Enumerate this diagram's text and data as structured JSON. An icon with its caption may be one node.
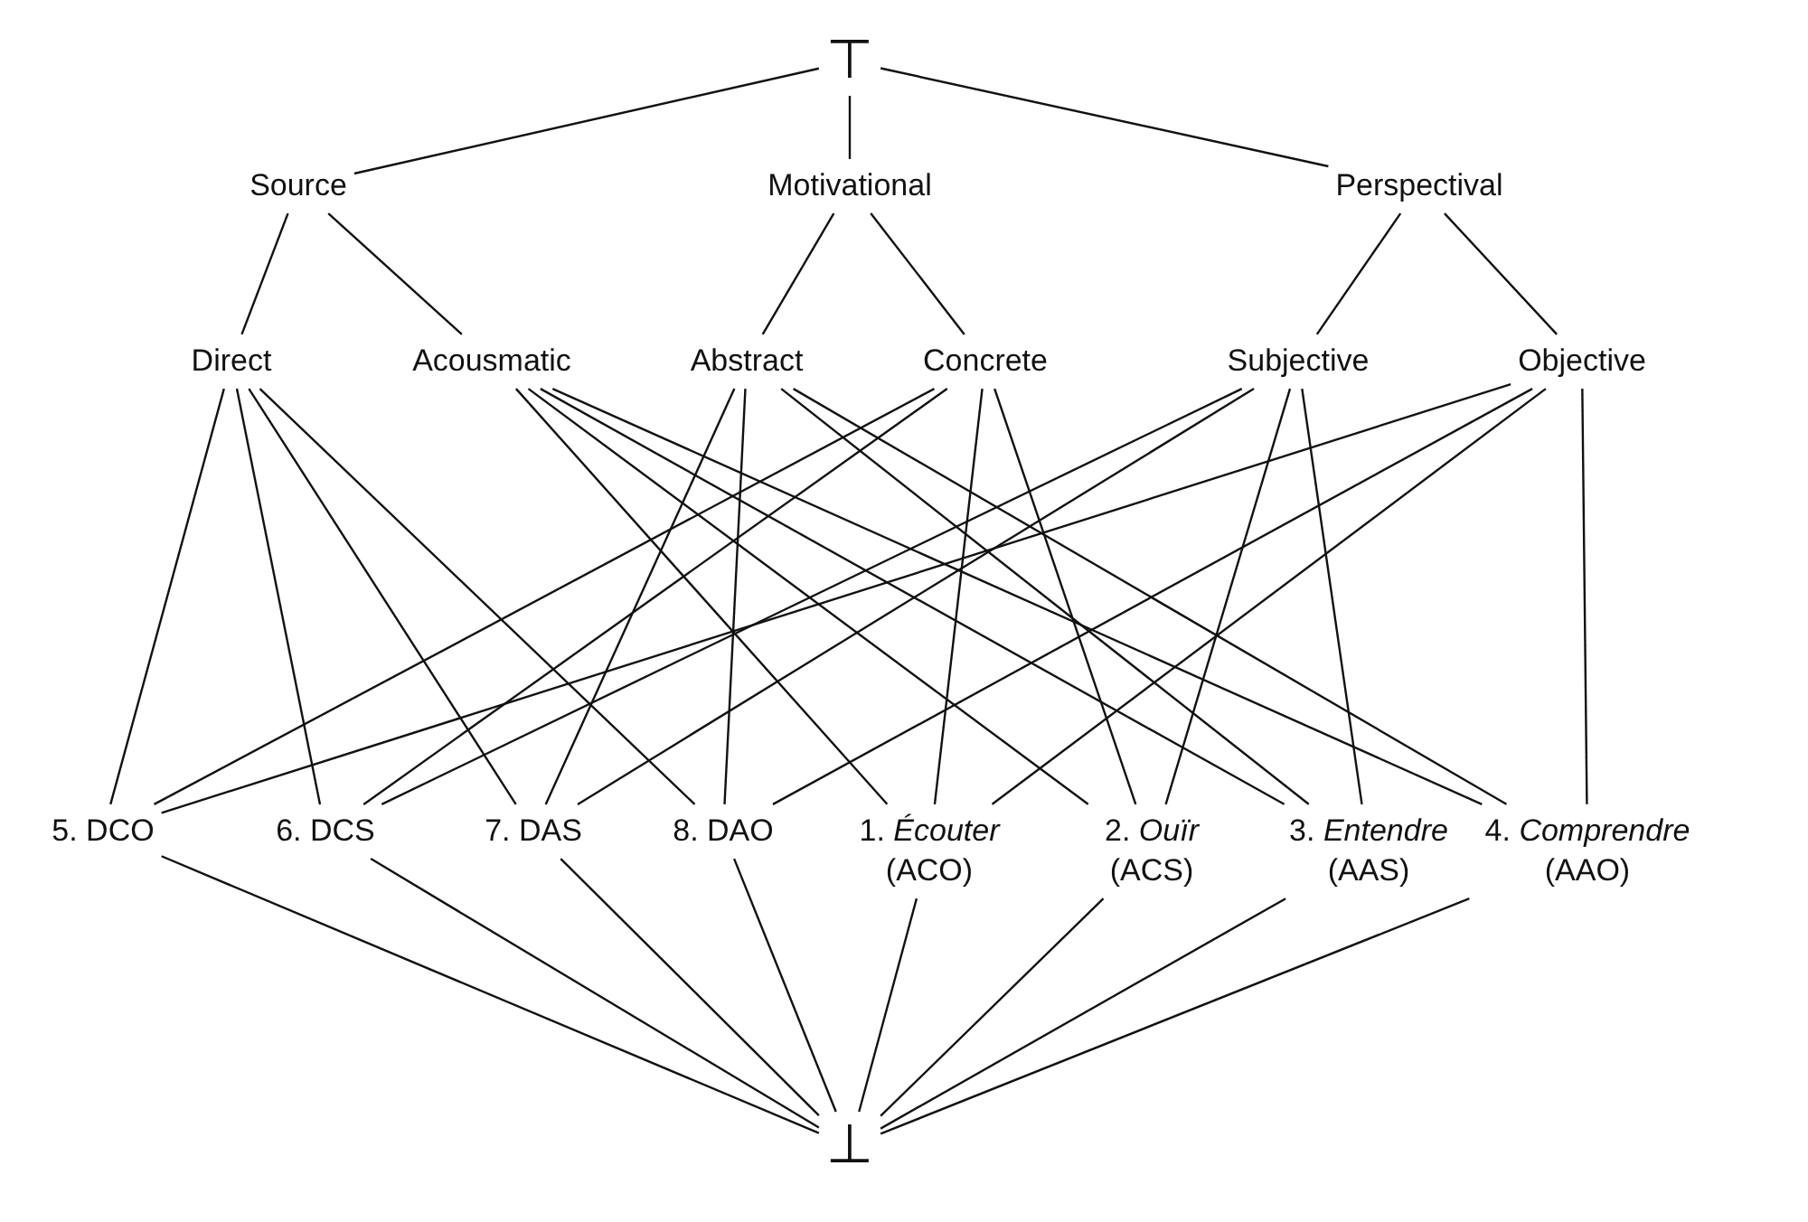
{
  "diagram": {
    "nodes": [
      {
        "text": [
          "⊤"
        ]
      },
      {
        "text": [
          "Source"
        ]
      },
      {
        "text": [
          "Motivational"
        ]
      },
      {
        "text": [
          "Perspectival"
        ]
      },
      {
        "text": [
          "Direct"
        ]
      },
      {
        "text": [
          "Acousmatic"
        ]
      },
      {
        "text": [
          "Abstract"
        ]
      },
      {
        "text": [
          "Concrete"
        ]
      },
      {
        "text": [
          "Subjective"
        ]
      },
      {
        "text": [
          "Objective"
        ]
      },
      {
        "text": [
          "5. DCO"
        ]
      },
      {
        "text": [
          "6. DCS"
        ]
      },
      {
        "text": [
          "7. DAS"
        ]
      },
      {
        "text": [
          "8. DAO"
        ]
      },
      {
        "text": [
          "1. *Écouter* (ACO)"
        ]
      },
      {
        "text": [
          "2. *Ouïr* (ACS)"
        ]
      },
      {
        "text": [
          "3. *Entendre* (AAS)"
        ]
      },
      {
        "text": [
          "4. *Comprendre* (AAO)"
        ]
      },
      {
        "text": [
          "⊥"
        ]
      }
    ],
    "edges": [
      {
        "from": 0,
        "to": 1,
        "arrow": "none"
      },
      {
        "from": 0,
        "to": 2,
        "arrow": "none"
      },
      {
        "from": 0,
        "to": 3,
        "arrow": "none"
      },
      {
        "from": 1,
        "to": 4,
        "arrow": "none"
      },
      {
        "from": 1,
        "to": 5,
        "arrow": "none"
      },
      {
        "from": 2,
        "to": 6,
        "arrow": "none"
      },
      {
        "from": 2,
        "to": 7,
        "arrow": "none"
      },
      {
        "from": 3,
        "to": 8,
        "arrow": "none"
      },
      {
        "from": 3,
        "to": 9,
        "arrow": "none"
      },
      {
        "from": 4,
        "to": 10,
        "arrow": "none"
      },
      {
        "from": 4,
        "to": 11,
        "arrow": "none"
      },
      {
        "from": 4,
        "to": 12,
        "arrow": "none"
      },
      {
        "from": 4,
        "to": 13,
        "arrow": "none"
      },
      {
        "from": 5,
        "to": 14,
        "arrow": "none"
      },
      {
        "from": 5,
        "to": 15,
        "arrow": "none"
      },
      {
        "from": 5,
        "to": 16,
        "arrow": "none"
      },
      {
        "from": 5,
        "to": 17,
        "arrow": "none"
      },
      {
        "from": 6,
        "to": 12,
        "arrow": "none"
      },
      {
        "from": 6,
        "to": 13,
        "arrow": "none"
      },
      {
        "from": 6,
        "to": 16,
        "arrow": "none"
      },
      {
        "from": 6,
        "to": 17,
        "arrow": "none"
      },
      {
        "from": 7,
        "to": 10,
        "arrow": "none"
      },
      {
        "from": 7,
        "to": 11,
        "arrow": "none"
      },
      {
        "from": 7,
        "to": 14,
        "arrow": "none"
      },
      {
        "from": 7,
        "to": 15,
        "arrow": "none"
      },
      {
        "from": 8,
        "to": 11,
        "arrow": "none"
      },
      {
        "from": 8,
        "to": 12,
        "arrow": "none"
      },
      {
        "from": 8,
        "to": 15,
        "arrow": "none"
      },
      {
        "from": 8,
        "to": 16,
        "arrow": "none"
      },
      {
        "from": 9,
        "to": 10,
        "arrow": "none"
      },
      {
        "from": 9,
        "to": 13,
        "arrow": "none"
      },
      {
        "from": 9,
        "to": 14,
        "arrow": "none"
      },
      {
        "from": 9,
        "to": 17,
        "arrow": "none"
      },
      {
        "from": 10,
        "to": 18,
        "arrow": "none"
      },
      {
        "from": 11,
        "to": 18,
        "arrow": "none"
      },
      {
        "from": 12,
        "to": 18,
        "arrow": "none"
      },
      {
        "from": 13,
        "to": 18,
        "arrow": "none"
      },
      {
        "from": 14,
        "to": 18,
        "arrow": "none"
      },
      {
        "from": 15,
        "to": 18,
        "arrow": "none"
      },
      {
        "from": 16,
        "to": 18,
        "arrow": "none"
      },
      {
        "from": 17,
        "to": 18,
        "arrow": "none"
      }
    ]
  }
}
